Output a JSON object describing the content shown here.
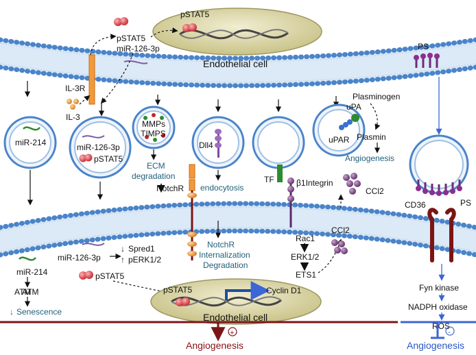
{
  "labels": {
    "pstat5_top_nucleus": "pSTAT5",
    "pstat5_top": "pSTAT5",
    "mir126_top": "miR-126-3p",
    "endothelial_top": "Endothelial cell",
    "ps_top": "PS",
    "il3r": "IL-3R",
    "il3": "IL-3",
    "mir214_vesicle": "miR-214",
    "mir126_vesicle": "miR-126-3p",
    "pstat5_vesicle": "pSTAT5",
    "mmps": "MMPs",
    "timps": "TIMPS",
    "ecm_degradation_1": "ECM",
    "ecm_degradation_2": "degradation",
    "dll4": "Dll4",
    "endocytosis": "endocytosis",
    "notchr": "NotchR",
    "notchr_internalization_1": "NotchR",
    "notchr_internalization_2": "Internalization",
    "notchr_internalization_3": "Degradation",
    "tf": "TF",
    "integrin": "β1Integrin",
    "ccl2_top": "CCl2",
    "ccl2_bottom": "CCl2",
    "plasminogen": "Plasminogen",
    "upa": "uPA",
    "upar": "uPAR",
    "plasmin": "Plasmin",
    "angiogenesis_upar": "Angiogenesis",
    "ps_right": "PS",
    "cd36": "CD36",
    "rac1": "Rac1",
    "erk12": "ERK1/2",
    "ets1": "ETS1",
    "mir214_bottom": "miR-214",
    "atm": "ATM",
    "senescence": "Senescence",
    "mir126_bottom": "miR-126-3p",
    "spred1": "Spred1",
    "perk12": "pERK1/2",
    "pstat5_bottom": "pSTAT5",
    "pstat5_nucleus_bottom": "pSTAT5",
    "cyclin_d1": "Cyclin D1",
    "endothelial_bottom": "Endothelial cell",
    "fyn_kinase": "Fyn kinase",
    "nadph_oxidase": "NADPH oxidase",
    "ros": "ROS",
    "angiogenesis_plus": "Angiogenesis",
    "angiogenesis_minus": "Angiogenesis",
    "plus_sign": "+",
    "minus_sign": "-"
  },
  "colors": {
    "membrane_head": "#4a84c9",
    "membrane_tail": "#bcd6ee",
    "nucleus": "#d8d4a4",
    "red_path": "#7b1515",
    "blue_path": "#3b66d6",
    "teal_text": "#1f5f7a"
  }
}
